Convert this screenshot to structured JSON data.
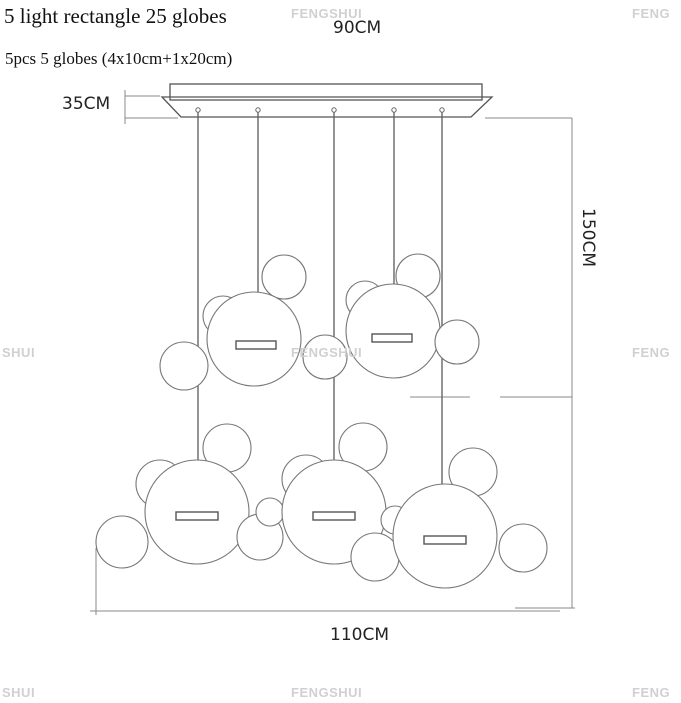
{
  "title": "5 light rectangle 25 globes",
  "subtitle": "5pcs 5 globes (4x10cm+1x20cm)",
  "dimensions": {
    "width_top": "90CM",
    "height_canopy": "35CM",
    "drop": "150CM",
    "width_bottom": "110CM"
  },
  "watermarks": {
    "brand": "FENGSHUI",
    "brand_right": "FENG",
    "brand_left": "SHUI"
  },
  "colors": {
    "line": "#555555",
    "globe_stroke": "#777777",
    "background": "#ffffff"
  }
}
